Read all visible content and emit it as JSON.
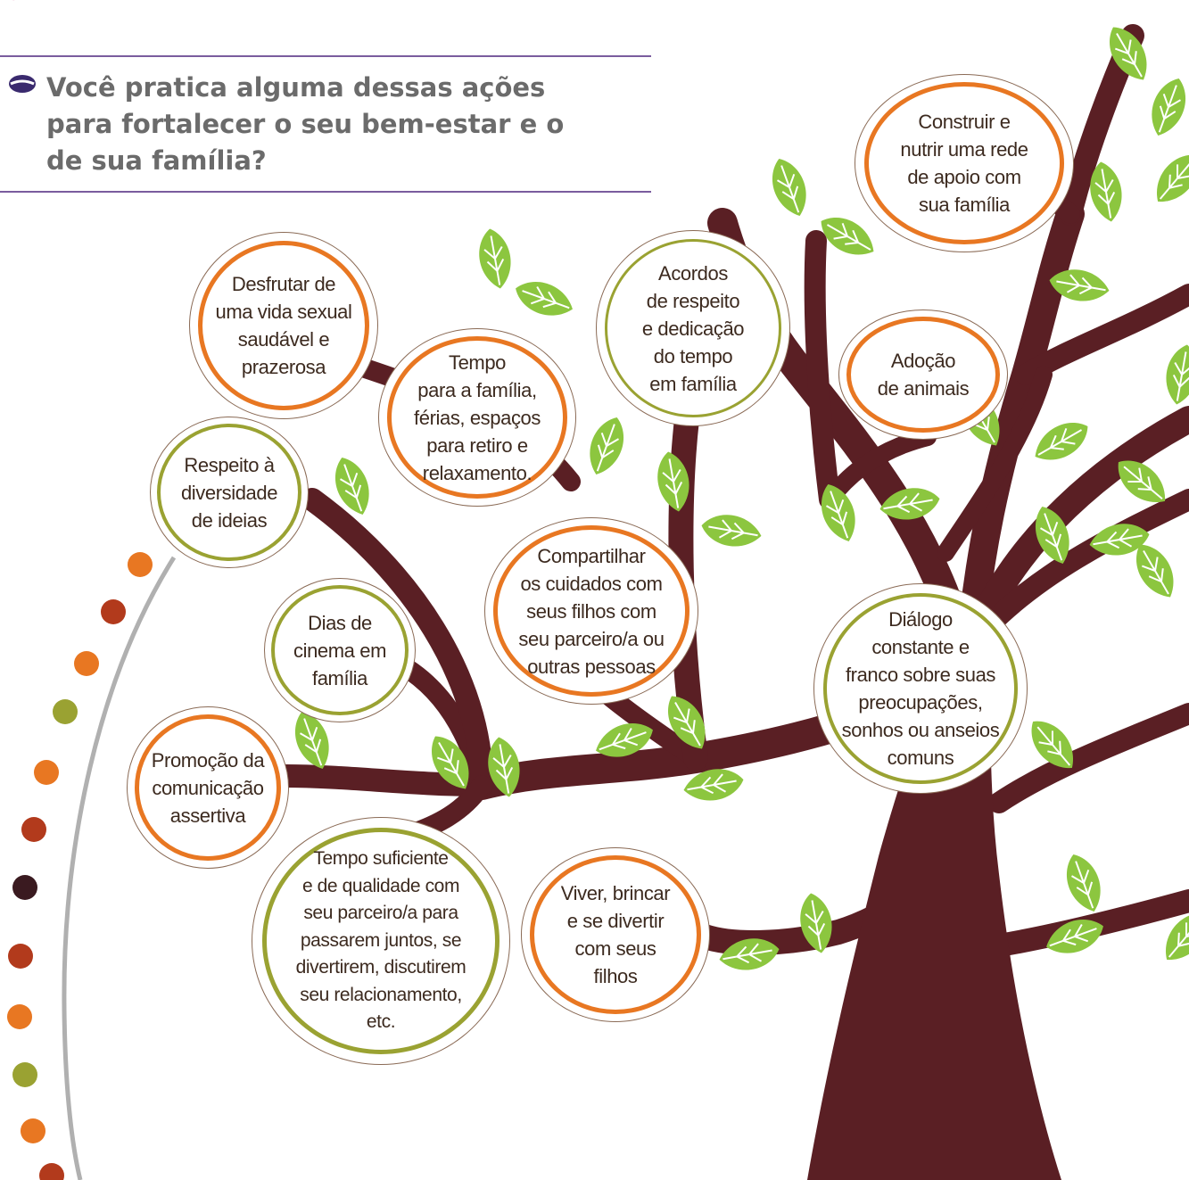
{
  "question": {
    "text": "Você pratica alguma dessas ações para fortalecer o seu bem-estar e o de sua família?"
  },
  "colors": {
    "trunk": "#5a1f24",
    "leaf": "#8cc63f",
    "leaf_vein": "#ffffff",
    "ring_orange": "#e87722",
    "ring_olive": "#9aa232",
    "rule": "#7a5c9e",
    "question_text": "#6b6b6b",
    "bubble_text": "#3c2a1f",
    "arc": "#b0b0b0"
  },
  "bubbles": [
    {
      "id": "rede-apoio",
      "text": "Construir e\nnutrir uma rede\nde apoio com\nsua família",
      "ring": "orange"
    },
    {
      "id": "vida-sexual",
      "text": "Desfrutar de\numa vida sexual\nsaudável e\nprazerosa",
      "ring": "orange"
    },
    {
      "id": "acordos",
      "text": "Acordos\nde respeito\ne dedicação\ndo tempo\nem família",
      "ring": "olive"
    },
    {
      "id": "adocao",
      "text": "Adoção\nde animais",
      "ring": "orange"
    },
    {
      "id": "tempo-familia",
      "text": "Tempo\npara a família,\nférias, espaços\npara retiro e\nrelaxamento.",
      "ring": "orange"
    },
    {
      "id": "respeito",
      "text": "Respeito à\ndiversidade\nde ideias",
      "ring": "olive"
    },
    {
      "id": "compartilhar",
      "text": "Compartilhar\nos cuidados com\nseus filhos com\nseu parceiro/a ou\noutras pessoas",
      "ring": "orange"
    },
    {
      "id": "cinema",
      "text": "Dias de\ncinema em\nfamília",
      "ring": "olive"
    },
    {
      "id": "dialogo",
      "text": "Diálogo\nconstante e\nfranco sobre suas\npreocupações,\nsonhos ou anseios\ncomuns",
      "ring": "olive"
    },
    {
      "id": "comunicacao",
      "text": "Promoção da\ncomunicação\nassertiva",
      "ring": "orange"
    },
    {
      "id": "tempo-parceiro",
      "text": "Tempo suficiente\ne de qualidade com\nseu parceiro/a para\npassarem juntos, se\ndivertirem, discutirem\nseu relacionamento,\netc.",
      "ring": "olive"
    },
    {
      "id": "viver-brincar",
      "text": "Viver, brincar\ne se divertir\ncom seus\nfilhos",
      "ring": "orange"
    }
  ],
  "dots": [
    "orange",
    "brown",
    "orange",
    "olive",
    "orange",
    "brown",
    "dark",
    "brown",
    "orange",
    "olive",
    "orange",
    "brown"
  ]
}
